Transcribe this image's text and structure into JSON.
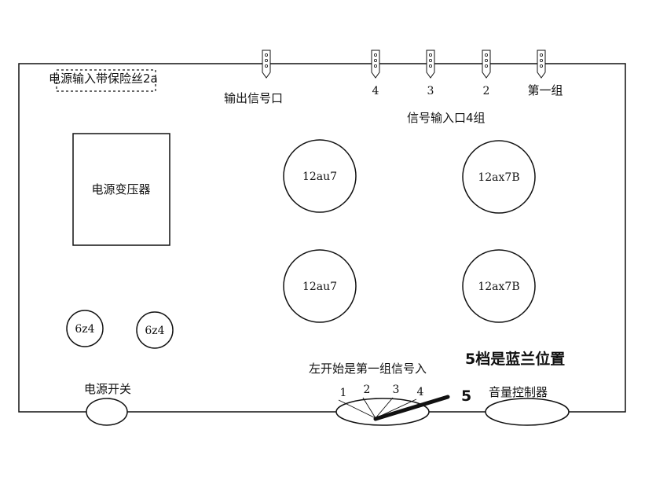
{
  "labels": {
    "fuse_input": "电源输入带保险丝2a",
    "signal_output": "输出信号口",
    "port_4": "4",
    "port_3": "3",
    "port_2": "2",
    "port_1": "第一组",
    "signal_input_group": "信号输入口4组",
    "transformer": "电源变压器",
    "tube_au7_top": "12au7",
    "tube_ax7b_top": "12ax7B",
    "tube_au7_bottom": "12au7",
    "tube_ax7b_bottom": "12ax7B",
    "rect_tube_left": "6z4",
    "rect_tube_right": "6z4",
    "power_switch": "电源开关",
    "selector_note": "左开始是第一组信号入",
    "blue_position_note": "5档是蓝兰位置",
    "pos_1": "1",
    "pos_2": "2",
    "pos_3": "3",
    "pos_4": "4",
    "pos_5": "5",
    "volume_control": "音量控制器"
  }
}
